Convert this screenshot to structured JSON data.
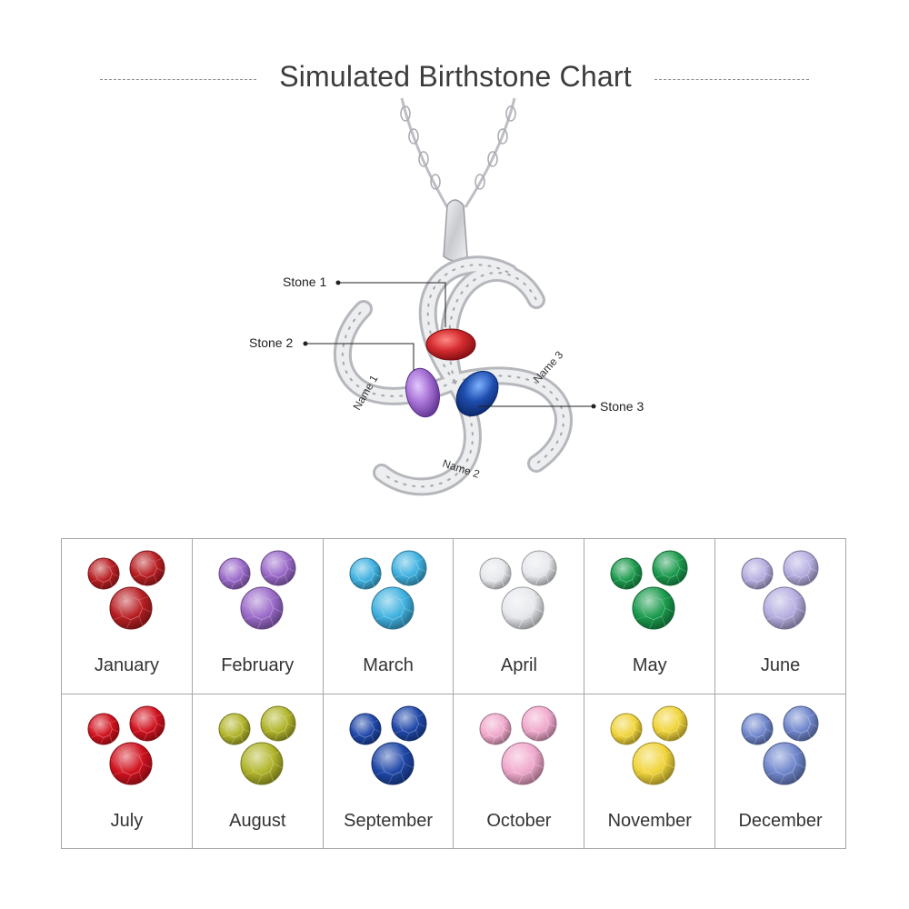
{
  "title": "Simulated Birthstone Chart",
  "callouts": {
    "stone1": "Stone 1",
    "stone2": "Stone 2",
    "stone3": "Stone 3"
  },
  "engravings": {
    "name1": "Name 1",
    "name2": "Name 2",
    "name3": "Name 3"
  },
  "pendant_colors": {
    "stone1": "#d42b2f",
    "stone2": "#a874d6",
    "stone3": "#1f4fb0",
    "metal": "#d7d8dc"
  },
  "months": [
    {
      "label": "January",
      "color": "#b81e22",
      "shape": "gem-cluster"
    },
    {
      "label": "February",
      "color": "#9a6ac9",
      "shape": "gem-cluster"
    },
    {
      "label": "March",
      "color": "#3fb1e0",
      "shape": "gem-cluster"
    },
    {
      "label": "April",
      "color": "#e6e8ec",
      "shape": "gem-cluster"
    },
    {
      "label": "May",
      "color": "#1a9a4c",
      "shape": "gem-cluster"
    },
    {
      "label": "June",
      "color": "#b5aee0",
      "shape": "gem-cluster"
    },
    {
      "label": "July",
      "color": "#d0121e",
      "shape": "gem-cluster"
    },
    {
      "label": "August",
      "color": "#b1b52a",
      "shape": "gem-cluster"
    },
    {
      "label": "September",
      "color": "#1f47a8",
      "shape": "gem-cluster"
    },
    {
      "label": "October",
      "color": "#f0a9cc",
      "shape": "gem-cluster"
    },
    {
      "label": "November",
      "color": "#f0d43a",
      "shape": "gem-cluster"
    },
    {
      "label": "December",
      "color": "#6f86cc",
      "shape": "gem-cluster"
    }
  ]
}
